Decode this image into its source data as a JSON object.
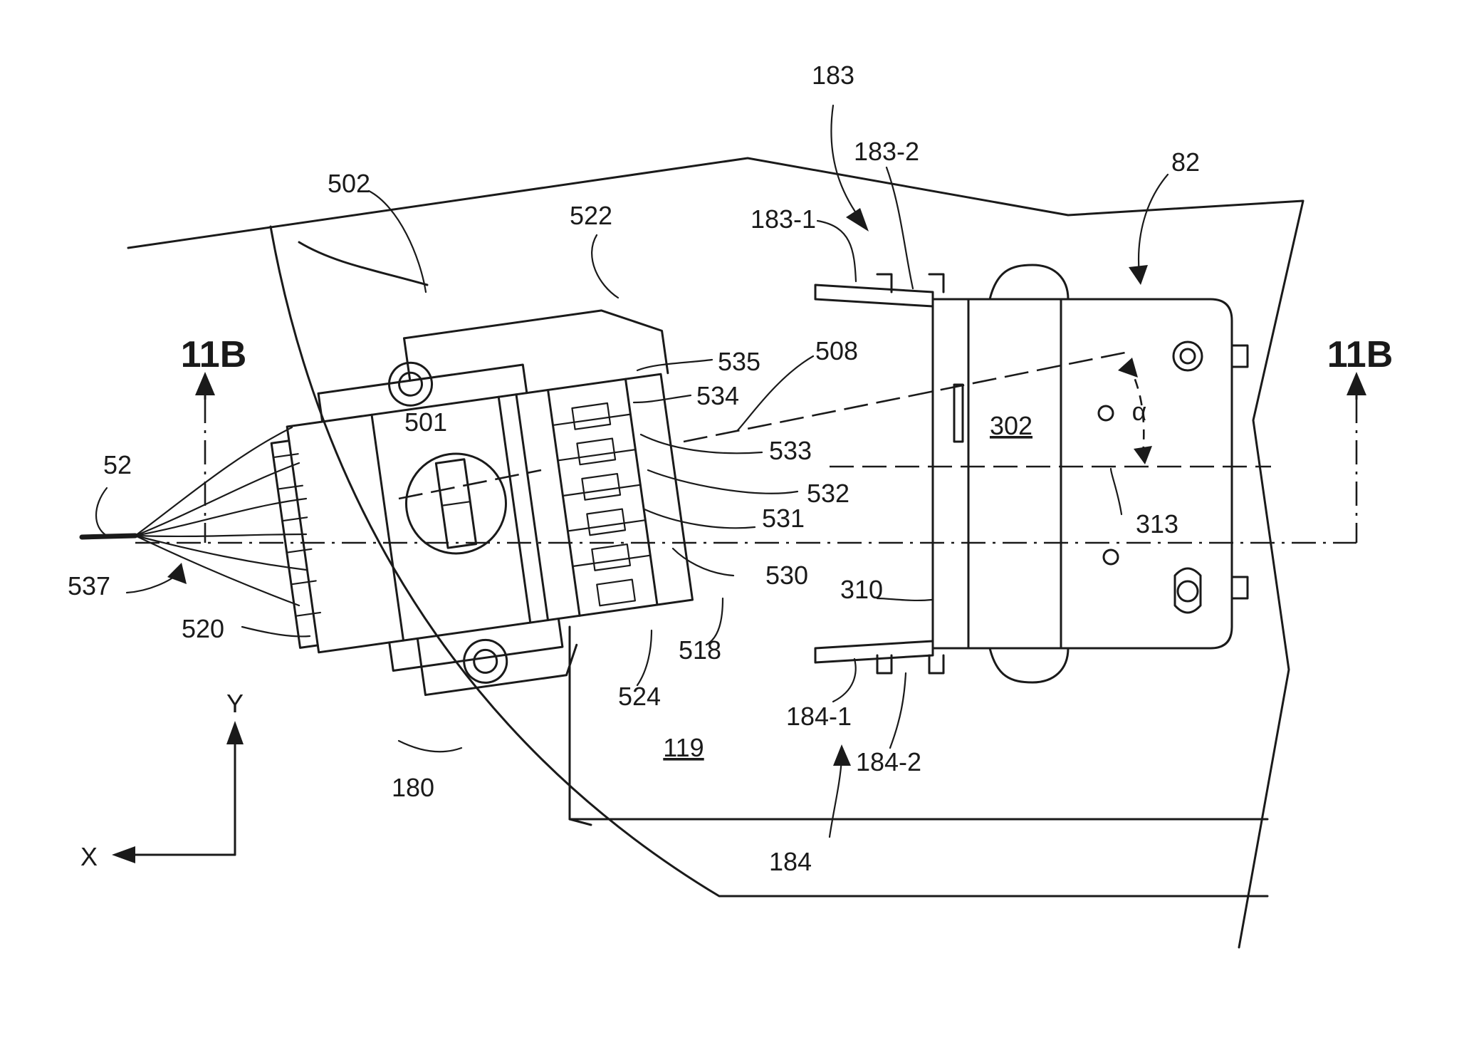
{
  "labels": {
    "l183": "183",
    "l183_2": "183-2",
    "l183_1": "183-1",
    "l82": "82",
    "l502": "502",
    "l522": "522",
    "l11b_left": "11B",
    "l11b_right": "11B",
    "l535": "535",
    "l508": "508",
    "l534": "534",
    "l501": "501",
    "l302": "302",
    "l_alpha": "α",
    "l533": "533",
    "l52": "52",
    "l532": "532",
    "l313": "313",
    "l531": "531",
    "l537": "537",
    "l530": "530",
    "l310": "310",
    "l520": "520",
    "l518": "518",
    "l524": "524",
    "l184_1": "184-1",
    "l184_2": "184-2",
    "l_y": "Y",
    "l119": "119",
    "l180": "180",
    "l_x": "X",
    "l184": "184"
  }
}
